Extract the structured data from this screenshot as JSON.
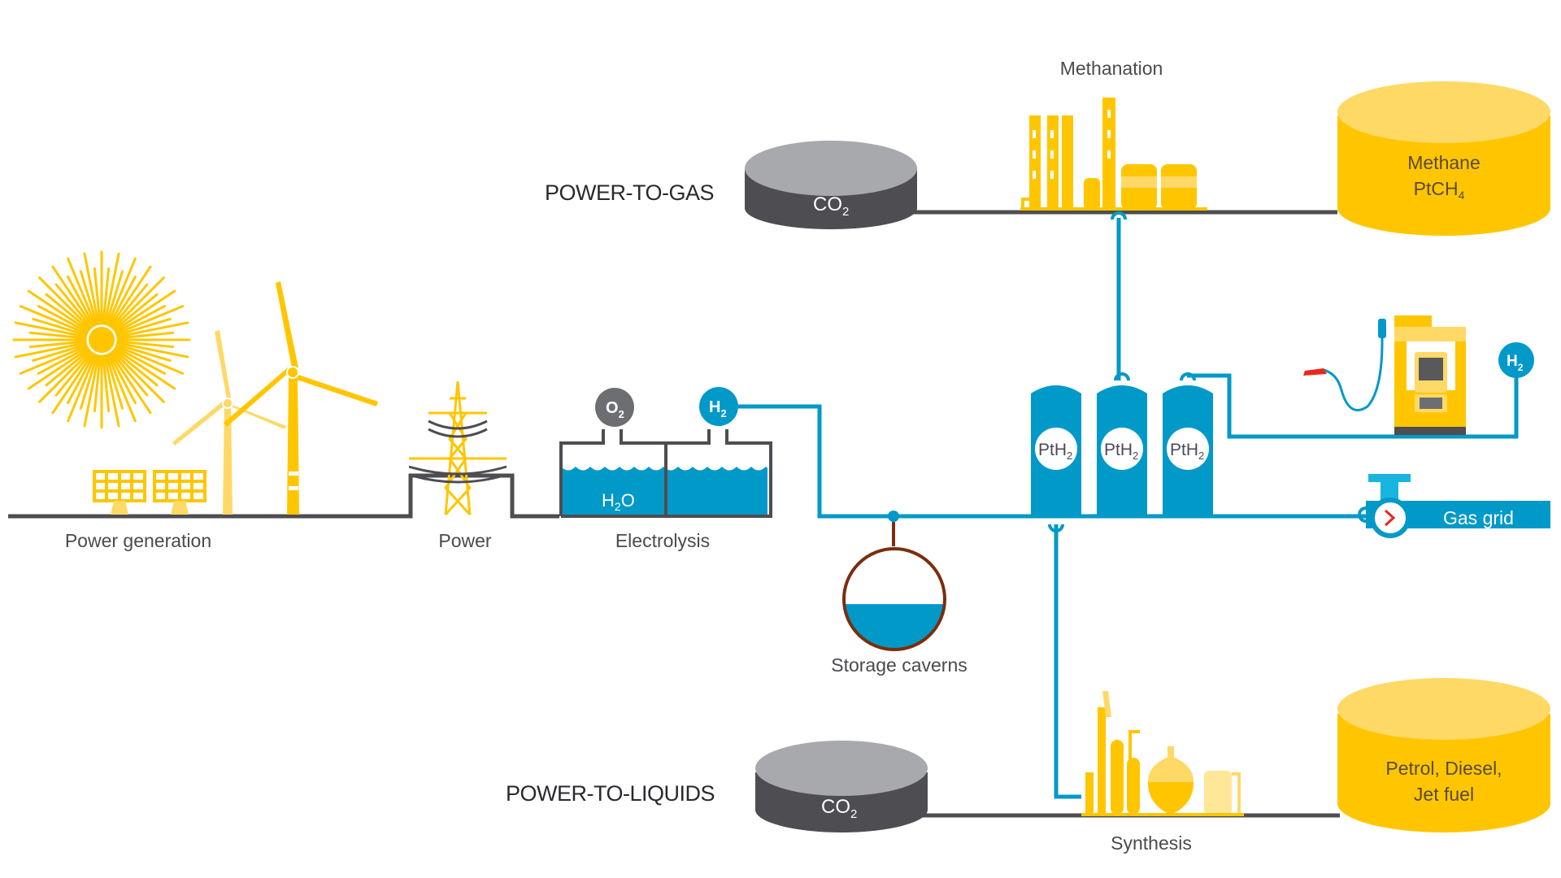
{
  "sections": {
    "power_to_gas": "POWER-TO-GAS",
    "power_to_liquids": "POWER-TO-LIQUIDS"
  },
  "stages": {
    "power_generation": "Power generation",
    "power": "Power",
    "electrolysis": "Electrolysis",
    "storage_caverns": "Storage caverns",
    "methanation": "Methanation",
    "synthesis": "Synthesis",
    "gas_grid": "Gas grid"
  },
  "tanks": {
    "co2_top": {
      "main": "CO",
      "sub": "2"
    },
    "co2_bottom": {
      "main": "CO",
      "sub": "2"
    },
    "methane": {
      "line1": "Methane",
      "line2_main": "PtCH",
      "line2_sub": "4"
    },
    "fuels": {
      "line1": "Petrol, Diesel,",
      "line2": "Jet fuel"
    },
    "pth2": [
      {
        "main": "PtH",
        "sub": "2"
      },
      {
        "main": "PtH",
        "sub": "2"
      },
      {
        "main": "PtH",
        "sub": "2"
      }
    ]
  },
  "bubbles": {
    "o2": {
      "main": "O",
      "sub": "2"
    },
    "h2_electrolysis": {
      "main": "H",
      "sub": "2"
    },
    "h2_station": {
      "main": "H",
      "sub": "2"
    }
  },
  "electrolysis_water": {
    "main": "H",
    "sub": "2",
    "tail": "O"
  },
  "storage_fill_fraction": 0.45,
  "colors": {
    "yellow": "#FFC600",
    "yellow_light": "#FFD966",
    "blue": "#0099C8",
    "gray_dark": "#4D4D52",
    "gray_light": "#A7A9AC",
    "brown": "#7A2E0E",
    "red": "#E8261C"
  }
}
